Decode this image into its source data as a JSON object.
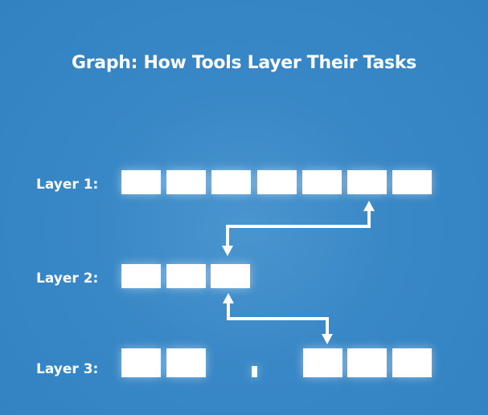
{
  "title": "Graph: How Tools Layer Their Tasks",
  "colors": {
    "background": "#3585c4",
    "foreground": "#ffffff"
  },
  "layers": [
    {
      "label": "Layer 1:",
      "box_count": 7
    },
    {
      "label": "Layer 2:",
      "box_count": 3
    },
    {
      "label": "Layer 3:",
      "box_count": 5,
      "has_small_marker": true
    }
  ],
  "connections": [
    {
      "from": "Layer 1 box 6",
      "to": "Layer 2 box 3",
      "style": "bidirectional elbow arrow"
    },
    {
      "from": "Layer 2 box 3",
      "to": "Layer 3 box 3",
      "style": "bidirectional elbow arrow"
    }
  ]
}
